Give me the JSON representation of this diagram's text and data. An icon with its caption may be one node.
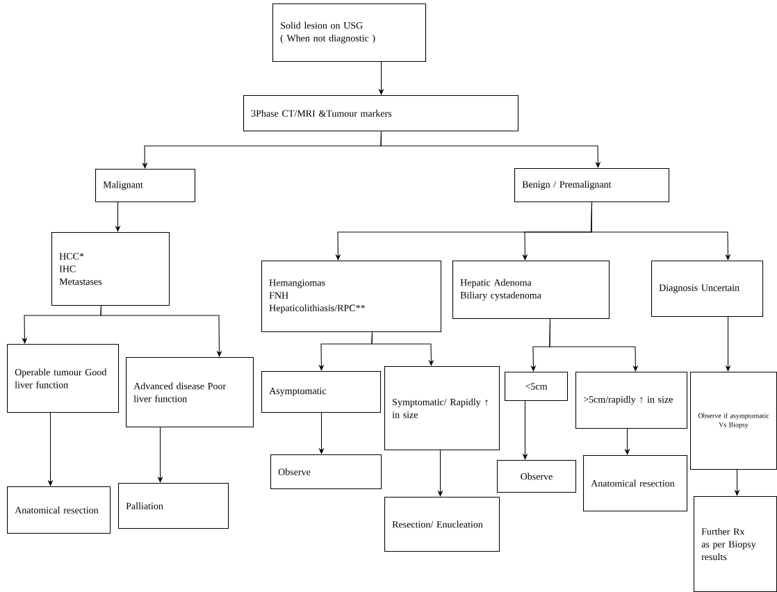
{
  "diagram": {
    "nodes": [
      {
        "text": [
          "Solid lesion on USG",
          "( When not diagnostic )"
        ]
      },
      {
        "text": [
          "3Phase CT/MRI &Tumour markers"
        ]
      },
      {
        "text": [
          "Malignant"
        ]
      },
      {
        "text": [
          "Benign / Premalignant"
        ]
      },
      {
        "text": [
          "HCC*",
          "IHC",
          "Metastases"
        ]
      },
      {
        "text": [
          "Hemangiomas",
          "FNH",
          "Hepaticolithiasis/RPC**"
        ]
      },
      {
        "text": [
          "Hepatic Adenoma",
          "Biliary cystadenoma"
        ]
      },
      {
        "text": [
          "Diagnosis Uncertain"
        ]
      },
      {
        "text": [
          "Operable tumour Good liver function"
        ]
      },
      {
        "text": [
          "Advanced disease Poor liver function"
        ]
      },
      {
        "text": [
          "Asymptomatic"
        ]
      },
      {
        "text": [
          "Symptomatic/ Rapidly ↑ in size"
        ]
      },
      {
        "text": [
          "<5cm"
        ]
      },
      {
        "text": [
          ">5cm/rapidly ↑ in size"
        ]
      },
      {
        "text": [
          "Observe if asymptomatic Vs Biopsy"
        ]
      },
      {
        "text": [
          "Anatomical resection"
        ]
      },
      {
        "text": [
          "Palliation"
        ]
      },
      {
        "text": [
          "Observe"
        ]
      },
      {
        "text": [
          "Resection/ Enucleation"
        ]
      },
      {
        "text": [
          "Observe"
        ]
      },
      {
        "text": [
          "Anatomical resection"
        ]
      },
      {
        "text": [
          "Further Rx as per Biopsy results"
        ]
      }
    ],
    "edges": [
      {
        "from": 0,
        "to": 1,
        "arrow": "to"
      },
      {
        "from": 1,
        "to": 2,
        "arrow": "to"
      },
      {
        "from": 1,
        "to": 3,
        "arrow": "to"
      },
      {
        "from": 2,
        "to": 4,
        "arrow": "to"
      },
      {
        "from": 3,
        "to": 5,
        "arrow": "to"
      },
      {
        "from": 3,
        "to": 6,
        "arrow": "to"
      },
      {
        "from": 3,
        "to": 7,
        "arrow": "to"
      },
      {
        "from": 4,
        "to": 8,
        "arrow": "to"
      },
      {
        "from": 4,
        "to": 9,
        "arrow": "to"
      },
      {
        "from": 5,
        "to": 10,
        "arrow": "to"
      },
      {
        "from": 5,
        "to": 11,
        "arrow": "to"
      },
      {
        "from": 6,
        "to": 12,
        "arrow": "to"
      },
      {
        "from": 6,
        "to": 13,
        "arrow": "to"
      },
      {
        "from": 7,
        "to": 14,
        "arrow": "to"
      },
      {
        "from": 8,
        "to": 15,
        "arrow": "to"
      },
      {
        "from": 9,
        "to": 16,
        "arrow": "to"
      },
      {
        "from": 10,
        "to": 17,
        "arrow": "to"
      },
      {
        "from": 11,
        "to": 18,
        "arrow": "to"
      },
      {
        "from": 12,
        "to": 19,
        "arrow": "to"
      },
      {
        "from": 13,
        "to": 20,
        "arrow": "to"
      },
      {
        "from": 14,
        "to": 21,
        "arrow": "to"
      }
    ]
  }
}
